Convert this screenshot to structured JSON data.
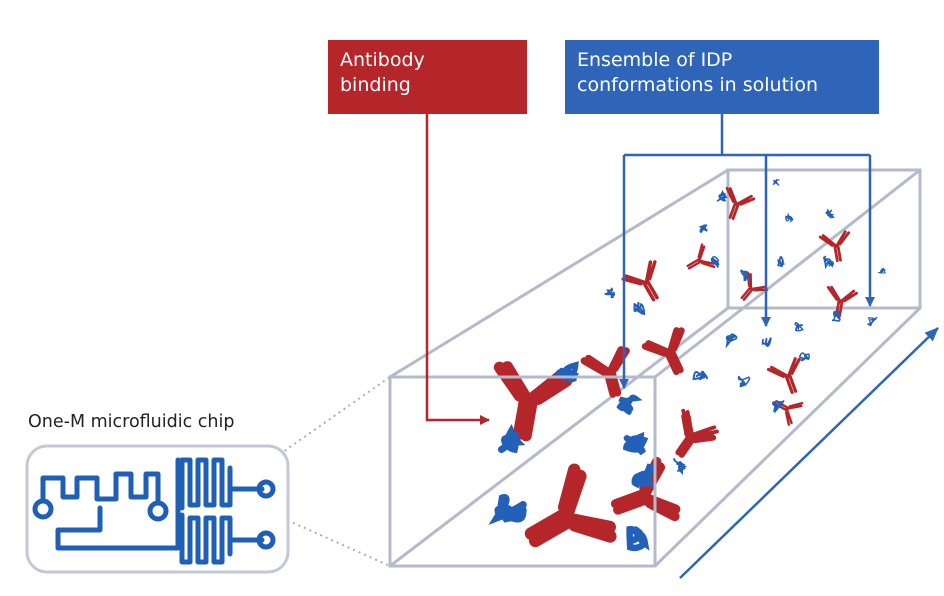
{
  "labels": {
    "antibody": [
      "Antibody",
      "binding"
    ],
    "ensemble": [
      "Ensemble of IDP",
      "conformations in solution"
    ],
    "chip": "One-M microfluidic chip"
  },
  "colors": {
    "antibody_red": "#b5262b",
    "idp_blue": "#2361b8",
    "box_blue": "#2e65b8",
    "channel_outline": "#b4b9cc",
    "chip_blue": "#1f5fb5",
    "chip_frame": "#c2c8d6",
    "zoom_dots": "#a9aeb8"
  }
}
